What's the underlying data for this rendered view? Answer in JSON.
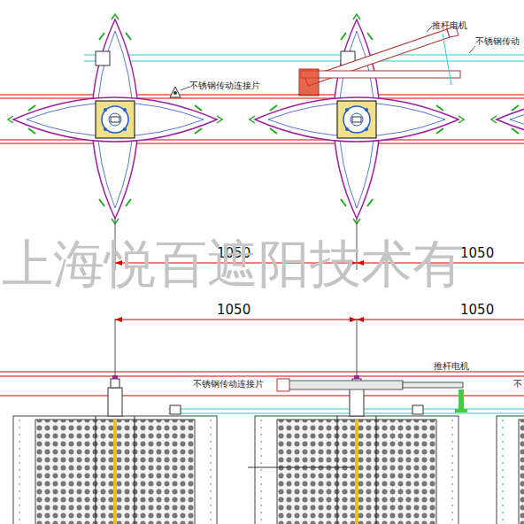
{
  "diagram": {
    "labels": [
      "推杆电机",
      "不锈钢传动",
      "不锈钢传动连接片",
      "1050",
      "1050",
      "1050",
      "1050",
      "推杆电机",
      "不锈钢传动连接片",
      "不",
      "上海悦百遮阳技术有"
    ]
  }
}
